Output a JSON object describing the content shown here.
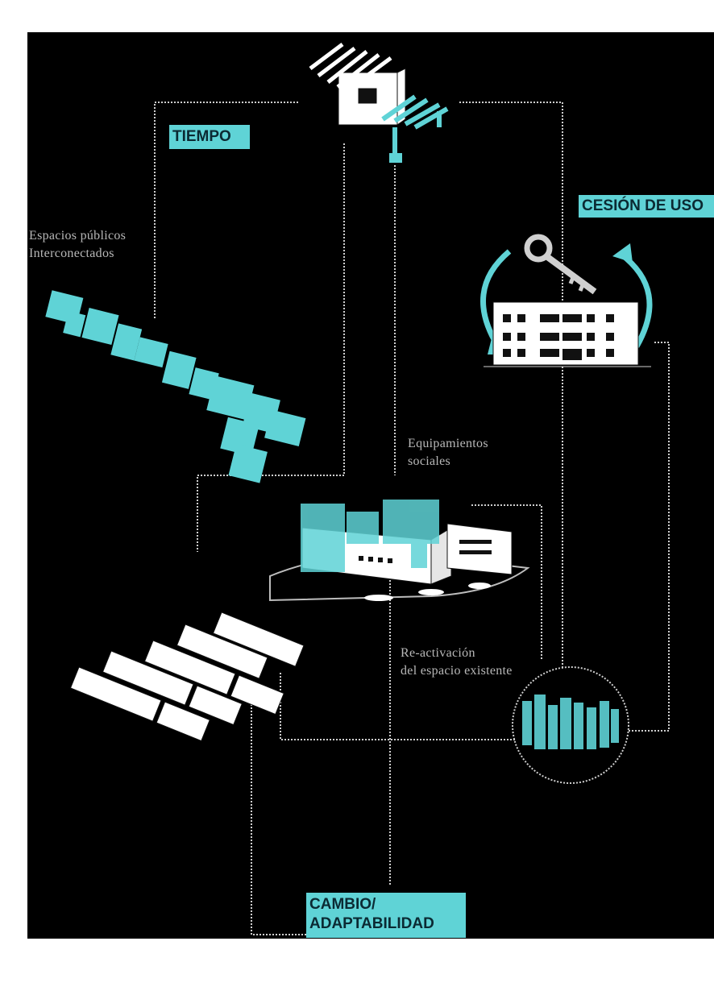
{
  "labels": {
    "tiempo": "TIEMPO",
    "cesion": "CESIÓN DE USO",
    "cambio": "CAMBIO/\nADAPTABILIDAD"
  },
  "notes": {
    "espacios": "Espacios públicos\nInterconectados",
    "equipamientos": "Equipamientos\nsociales",
    "reactivacion": "Re-activación\ndel espacio existente"
  },
  "colors": {
    "accent": "#5fd3d6",
    "background": "#000000",
    "line": "#cfcfcf"
  },
  "icons": [
    "structure-icon",
    "key-icon",
    "building-icon",
    "community-icon",
    "housing-blocks-icon",
    "complex-icon",
    "public-space-icon"
  ]
}
